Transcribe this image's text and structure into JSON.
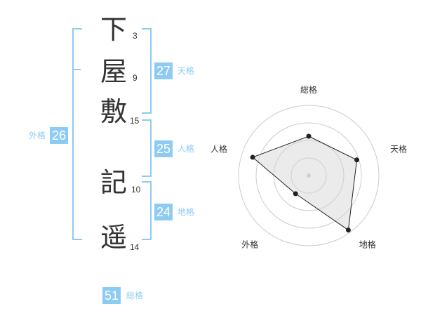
{
  "name_chars": [
    {
      "char": "下",
      "strokes": "3"
    },
    {
      "char": "屋",
      "strokes": "9"
    },
    {
      "char": "敷",
      "strokes": "15"
    },
    {
      "char": "記",
      "strokes": "10"
    },
    {
      "char": "遥",
      "strokes": "14"
    }
  ],
  "badges": {
    "tenkaku": {
      "value": "27",
      "label": "天格"
    },
    "jinkaku": {
      "value": "25",
      "label": "人格"
    },
    "chikaku": {
      "value": "24",
      "label": "地格"
    },
    "gaikaku": {
      "value": "26",
      "label": "外格"
    },
    "soukaku": {
      "value": "51",
      "label": "総格"
    }
  },
  "colors": {
    "accent": "#8ecbf2",
    "text": "#333333"
  },
  "chart_data": {
    "type": "radar",
    "axes": [
      "総格",
      "天格",
      "地格",
      "外格",
      "人格"
    ],
    "values": [
      0.56,
      0.72,
      0.96,
      0.32,
      0.84
    ],
    "rings": 4,
    "grid": true
  }
}
